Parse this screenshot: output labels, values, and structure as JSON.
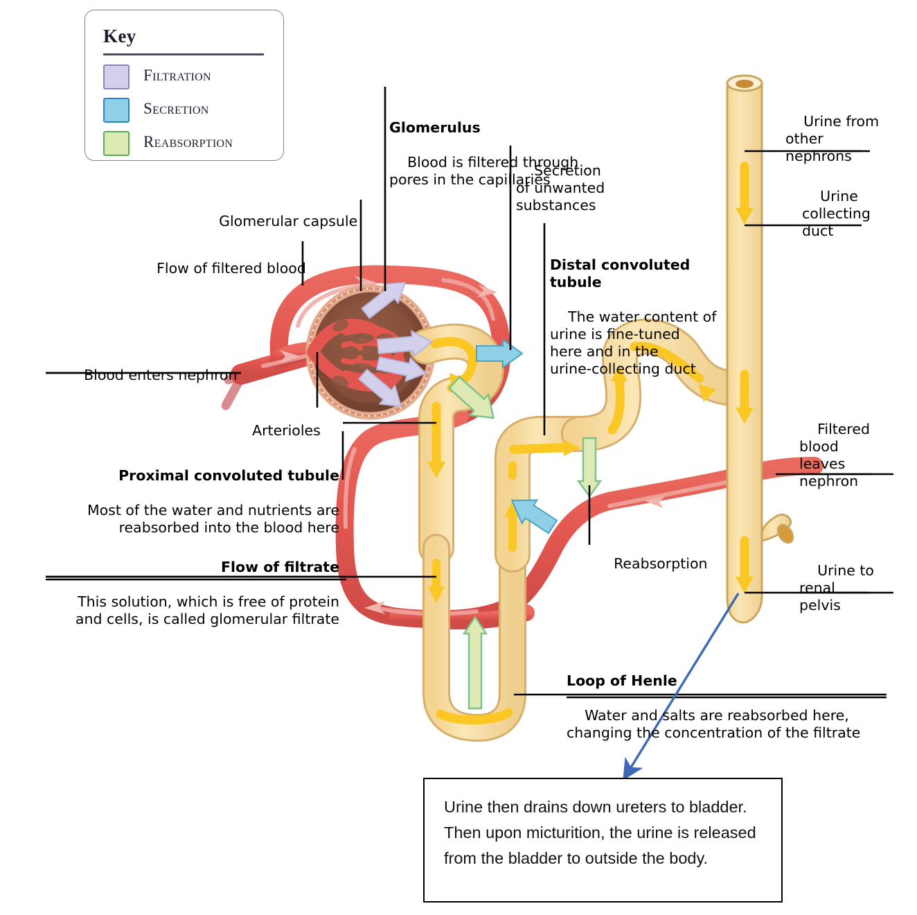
{
  "key": {
    "title": "Key",
    "items": [
      {
        "label": "Filtration",
        "fill": "#d2d0ea",
        "stroke": "#8b84bf"
      },
      {
        "label": "Secretion",
        "fill": "#8fd0e7",
        "stroke": "#2f7fbe"
      },
      {
        "label": "Reabsorption",
        "fill": "#ddeab5",
        "stroke": "#5aab55"
      }
    ]
  },
  "labels": {
    "glomerulus": {
      "head": "Glomerulus",
      "body": "Blood is filtered through\npores in the capillaries"
    },
    "secretion_unwanted": {
      "head": "",
      "body": "Secretion\nof unwanted\nsubstances"
    },
    "distal": {
      "head": "Distal convoluted\ntubule",
      "body": "The water content of\nurine is fine-tuned\nhere and in the\nurine-collecting duct"
    },
    "glomerular_capsule": {
      "head": "",
      "body": "Glomerular capsule"
    },
    "flow_filtered_blood": {
      "head": "",
      "body": "Flow of filtered blood"
    },
    "blood_enters": {
      "head": "",
      "body": "Blood enters nephron"
    },
    "arterioles": {
      "head": "",
      "body": "Arterioles"
    },
    "proximal": {
      "head": "Proximal convoluted tubule",
      "body": "Most of the water and nutrients are\nreabsorbed into the blood here"
    },
    "flow_of_filtrate": {
      "head": "Flow of filtrate",
      "body": "This solution, which is free of protein\nand cells, is called glomerular filtrate"
    },
    "reabsorption": {
      "head": "",
      "body": "Reabsorption"
    },
    "loop_of_henle": {
      "head": "Loop of Henle",
      "body": "Water and salts are reabsorbed here,\nchanging the concentration of the filtrate"
    },
    "urine_other_nephrons": {
      "head": "",
      "body": "Urine from\nother\nnephrons"
    },
    "urine_collecting_duct": {
      "head": "",
      "body": "Urine\ncollecting\nduct"
    },
    "filtered_blood_leaves": {
      "head": "",
      "body": "Filtered\nblood\nleaves\nnephron"
    },
    "urine_renal_pelvis": {
      "head": "",
      "body": "Urine to\nrenal\npelvis"
    }
  },
  "callout": {
    "text": "Urine then drains down ureters to bladder. Then upon micturition, the urine is released from the bladder to outside the body."
  },
  "colors": {
    "tubule_fill": "#f7dfa9",
    "tubule_stroke": "#c9a55f",
    "blood_vessel": "#e05c55",
    "blood_vessel_dark": "#c94a46",
    "yellow_arrow": "#fbc724",
    "capsule_brown": "#7d4a33",
    "capsule_rim": "#e7a98c",
    "callout_arrow": "#3d68b5",
    "filtration": "#d2d0ea",
    "secretion": "#8fd0e7",
    "reabsorption": "#ddeab5"
  }
}
